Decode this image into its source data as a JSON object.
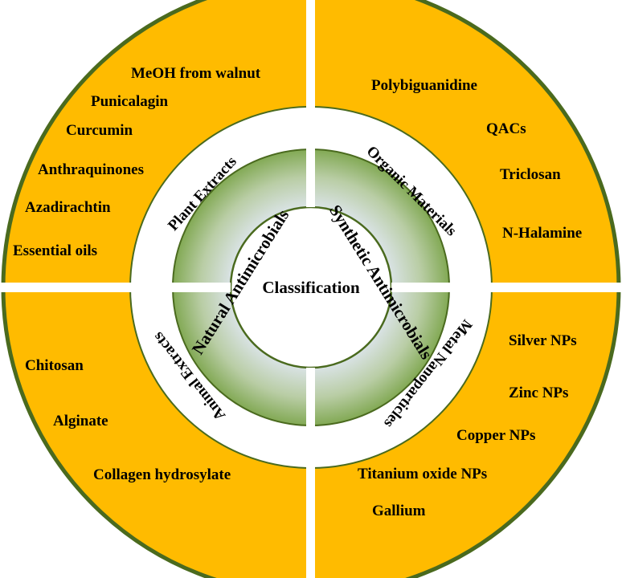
{
  "center": {
    "label": "Classification"
  },
  "groups": [
    {
      "label": "Natural Antimicrobials"
    },
    {
      "label": "Synthetic Antimicrobials"
    }
  ],
  "categories": [
    {
      "label": "Plant Extracts"
    },
    {
      "label": "Organic Materials"
    },
    {
      "label": "Animal Extracts"
    },
    {
      "label": "Metal Nanoparticles"
    }
  ],
  "items": {
    "plant": [
      "MeOH from walnut",
      "Punicalagin",
      "Curcumin",
      "Anthraquinones",
      "Azadirachtin",
      "Essential oils"
    ],
    "organic": [
      "Polybiguanidine",
      "QACs",
      "Triclosan",
      "N-Halamine"
    ],
    "animal": [
      "Chitosan",
      "Alginate",
      "Collagen hydrosylate"
    ],
    "metal": [
      "Silver NPs",
      "Zinc NPs",
      "Copper NPs",
      "Titanium oxide NPs",
      "Gallium"
    ]
  },
  "colors": {
    "orange": "#FFBB00",
    "orange_border": "#4A6A1E",
    "green_outer": "#8AAF59",
    "green_inner": "#DEE6EE",
    "divider": "#ffffff"
  }
}
